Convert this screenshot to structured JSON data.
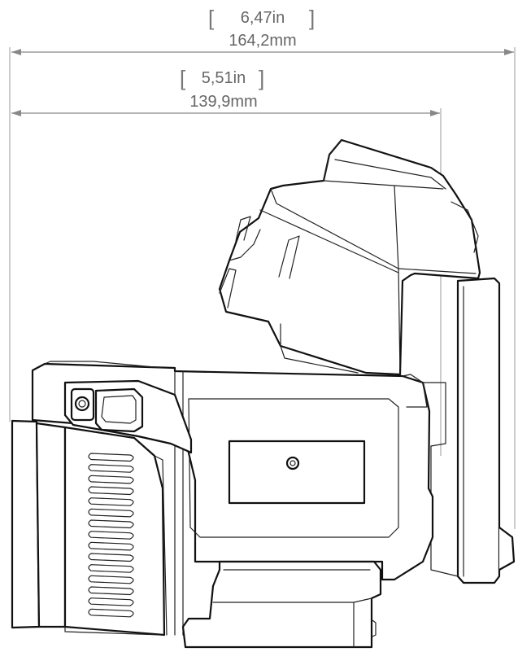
{
  "dimensions": {
    "overall": {
      "inches": "6,47in",
      "mm": "164,2mm"
    },
    "body": {
      "inches": "5,51in",
      "mm": "139,9mm"
    }
  },
  "grip_rib_count": 15
}
